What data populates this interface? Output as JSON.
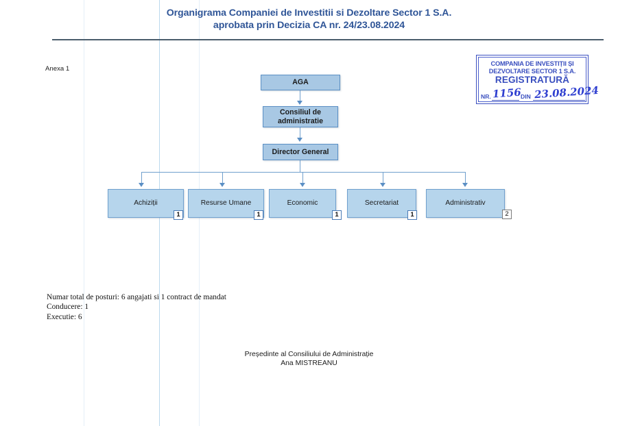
{
  "document": {
    "title_line1": "Organigrama Companiei de Investitii si Dezoltare Sector 1 S.A.",
    "title_line2": "aprobata prin Decizia CA nr.  24/23.08.2024",
    "annex_label": "Anexa 1",
    "title_color": "#2f5597"
  },
  "stamp": {
    "line1": "COMPANIA DE INVESTIȚII ȘI",
    "line2": "DEZVOLTARE SECTOR 1 S.A.",
    "line3": "REGISTRATURĂ",
    "nr_label": "NR.",
    "nr_value": "1156",
    "din_label": "DIN",
    "din_value": "23.08.2024",
    "ink_color": "#3a4fbf"
  },
  "chart_data": {
    "type": "diagram",
    "title": "Organigrama Companiei de Investitii si Dezoltare Sector 1 S.A.",
    "nodes": [
      {
        "id": "aga",
        "label": "AGA",
        "level": 0
      },
      {
        "id": "ca",
        "label": "Consiliul de administratie",
        "level": 1
      },
      {
        "id": "dg",
        "label": "Director General",
        "level": 2
      },
      {
        "id": "achizitii",
        "label": "Achiziții",
        "level": 3,
        "count": "1"
      },
      {
        "id": "resurse",
        "label": "Resurse Umane",
        "level": 3,
        "count": "1"
      },
      {
        "id": "economic",
        "label": "Economic",
        "level": 3,
        "count": "1"
      },
      {
        "id": "secretariat",
        "label": "Secretariat",
        "level": 3,
        "count": "1"
      },
      {
        "id": "administrativ",
        "label": "Administrativ",
        "level": 3,
        "count": "2"
      }
    ],
    "edges": [
      {
        "from": "aga",
        "to": "ca"
      },
      {
        "from": "ca",
        "to": "dg"
      },
      {
        "from": "dg",
        "to": "achizitii"
      },
      {
        "from": "dg",
        "to": "resurse"
      },
      {
        "from": "dg",
        "to": "economic"
      },
      {
        "from": "dg",
        "to": "secretariat"
      },
      {
        "from": "dg",
        "to": "administrativ"
      }
    ],
    "node_fill": "#a8c8e4",
    "dept_fill": "#b6d5ec",
    "connector_color": "#6f9fcd"
  },
  "summary": {
    "line1": "Numar total de posturi: 6 angajati si 1 contract de mandat",
    "line2": "Conducere: 1",
    "line3": "Executie: 6"
  },
  "signature": {
    "role": "Președinte al Consiliului de Administrație",
    "name": "Ana MISTREANU"
  }
}
